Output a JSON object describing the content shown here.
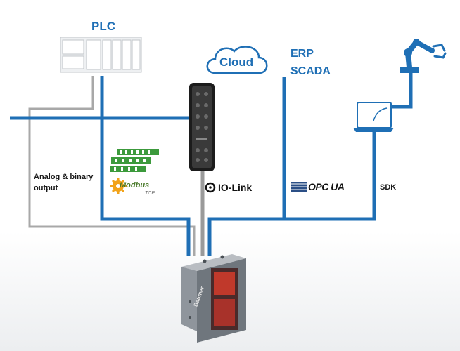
{
  "labels": {
    "plc": "PLC",
    "cloud": "Cloud",
    "erp": "ERP",
    "scada": "SCADA",
    "analog_line1": "Analog & binary",
    "analog_line2": "output",
    "io_link": "IO-Link",
    "opc_ua": "OPC UA",
    "sdk": "SDK",
    "modbus": "Modbus",
    "modbus_tcp": "TCP",
    "sensor_brand": "Baumer"
  },
  "colors": {
    "network_blue": "#1f6fb5",
    "analog_gray": "#a8a8a8",
    "profinet_green": "#3c9a3c",
    "modbus_orange": "#f2a31a"
  },
  "icons": [
    "plc-icon",
    "cloud-icon",
    "robot-arm-icon",
    "laptop-icon",
    "io-link-master-icon",
    "profinet-logo-icon",
    "modbus-logo-icon",
    "io-link-logo-icon",
    "opc-ua-logo-icon",
    "sensor-icon"
  ]
}
